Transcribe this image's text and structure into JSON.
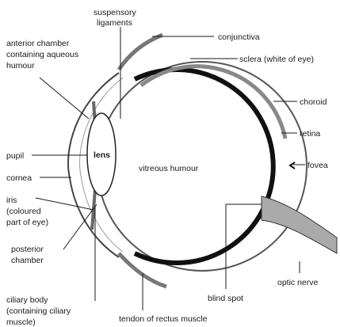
{
  "labels": {
    "suspensory_ligaments": [
      "suspensory",
      "ligaments"
    ],
    "conjunctiva": "conjunctiva",
    "anterior_chamber": [
      "anterior chamber",
      "containing aqueous",
      "humour"
    ],
    "sclera": "sclera (white of eye)",
    "choroid": "choroid",
    "retina": "retina",
    "pupil": "pupil",
    "lens": "lens",
    "vitreous_humour": "vitreous humour",
    "fovea": "fovea",
    "cornea": "cornea",
    "iris": [
      "iris",
      "(coloured",
      "part of eye)"
    ],
    "posterior_chamber": [
      "posterior",
      "chamber"
    ],
    "blind_spot": "blind spot",
    "optic_nerve": "optic nerve",
    "ciliary_body": [
      "ciliary body",
      "(containing ciliary",
      "muscle)"
    ],
    "tendon": "tendon of rectus muscle"
  }
}
